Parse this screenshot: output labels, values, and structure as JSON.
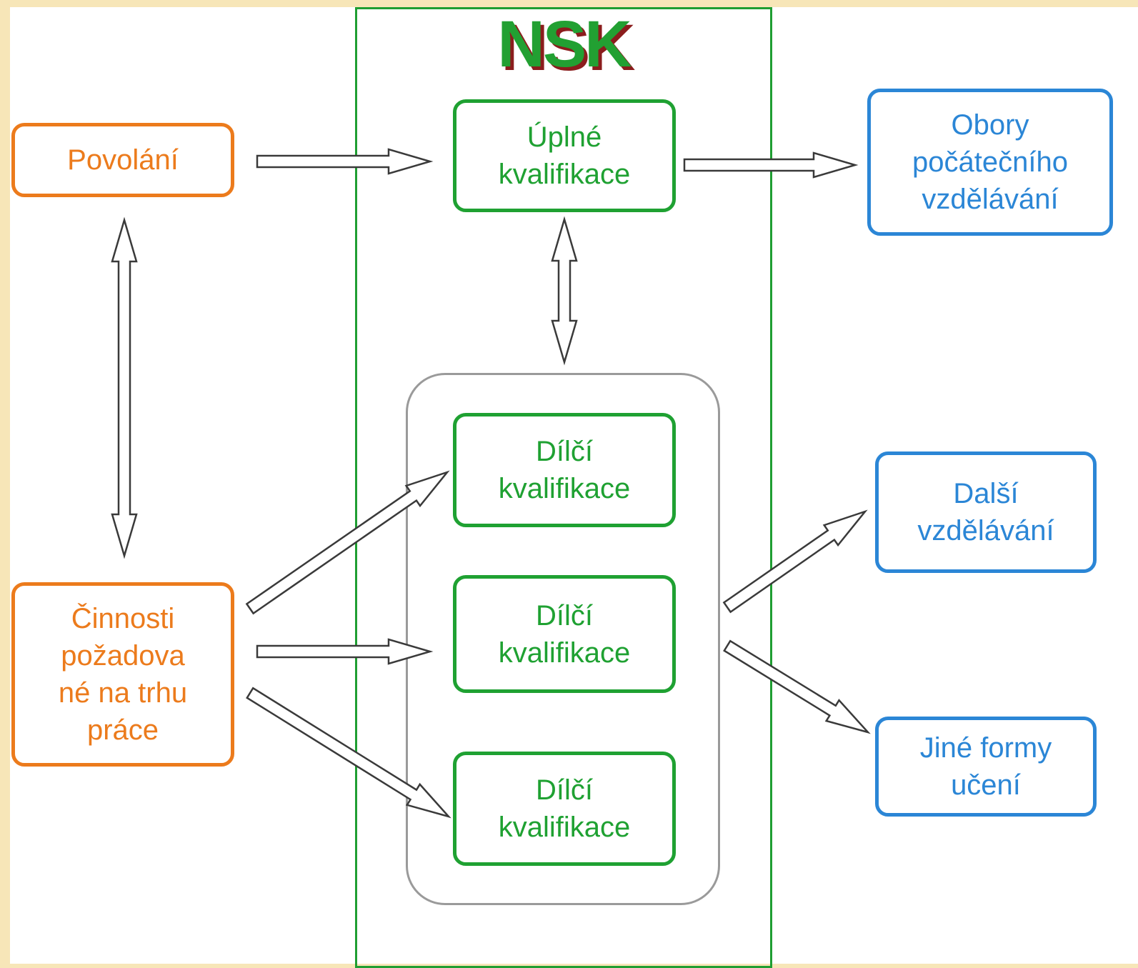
{
  "nsk_title": "NSK",
  "left": {
    "occupations": [
      "Povolání"
    ],
    "labor_market_activities": [
      "Činnosti",
      "požadova",
      "né na trhu",
      "práce"
    ]
  },
  "nsk": {
    "full_qualification": [
      "Úplné",
      "kvalifikace"
    ],
    "partial_qualifications": [
      [
        "Dílčí",
        "kvalifikace"
      ],
      [
        "Dílčí",
        "kvalifikace"
      ],
      [
        "Dílčí",
        "kvalifikace"
      ]
    ]
  },
  "right": {
    "initial_education": [
      "Obory",
      "počátečního",
      "vzdělávání"
    ],
    "further_education": [
      "Další",
      "vzdělávání"
    ],
    "other_learning": [
      "Jiné formy",
      "učení"
    ]
  },
  "colors": {
    "orange": "#ec7b1c",
    "green": "#1fa132",
    "blue": "#2b86d6",
    "nsk_shadow": "#8b1d1d",
    "background": "#f7e6b8"
  }
}
